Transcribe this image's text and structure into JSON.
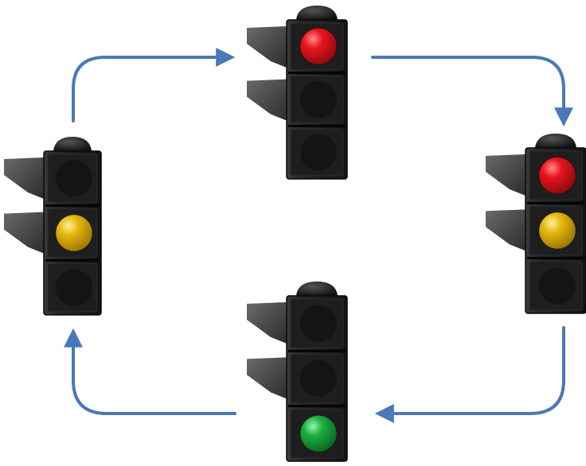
{
  "diagram": {
    "arrow_color": "#4a78b8",
    "housing_color": "#1c1c1c",
    "lamp_colors": {
      "red": "#e1141c",
      "yellow": "#e2b40e",
      "green": "#19a53a",
      "off": "#141414"
    },
    "cycle_order": [
      "light-top",
      "light-right",
      "light-bottom",
      "light-left"
    ],
    "lights": [
      {
        "id": "light-top",
        "lit": [
          "red"
        ]
      },
      {
        "id": "light-right",
        "lit": [
          "red",
          "yellow"
        ]
      },
      {
        "id": "light-bottom",
        "lit": [
          "green"
        ]
      },
      {
        "id": "light-left",
        "lit": [
          "yellow"
        ]
      }
    ]
  }
}
